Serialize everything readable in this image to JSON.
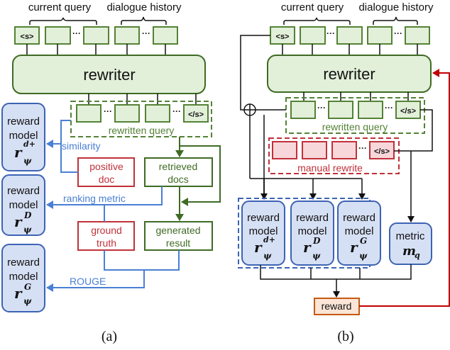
{
  "panel_a": {
    "caption": "(a)",
    "current_query_label": "current query",
    "dialogue_history_label": "dialogue history",
    "start_token": "<s>",
    "end_token": "</s>",
    "ellipsis": "···",
    "rewriter_label": "rewriter",
    "rewritten_query_label": "rewritten query",
    "reward_models": [
      {
        "line1": "reward",
        "line2": "model",
        "symbol": "r",
        "sub": "ψ",
        "sup": "d+"
      },
      {
        "line1": "reward",
        "line2": "model",
        "symbol": "r",
        "sub": "ψ",
        "sup": "D"
      },
      {
        "line1": "reward",
        "line2": "model",
        "symbol": "r",
        "sub": "ψ",
        "sup": "G"
      }
    ],
    "positive_doc": {
      "line1": "positive",
      "line2": "doc"
    },
    "ground_truth": {
      "line1": "ground",
      "line2": "truth"
    },
    "retrieved_docs": {
      "line1": "retrieved",
      "line2": "docs"
    },
    "generated_result": {
      "line1": "generated",
      "line2": "result"
    },
    "edge_labels": {
      "similarity": "similarity",
      "ranking_metric": "ranking metric",
      "rouge": "ROUGE"
    }
  },
  "panel_b": {
    "caption": "(b)",
    "current_query_label": "current query",
    "dialogue_history_label": "dialogue history",
    "start_token": "<s>",
    "end_token": "</s>",
    "ellipsis": "···",
    "rewriter_label": "rewriter",
    "rewritten_query_label": "rewritten query",
    "manual_rewrite_label": "manual rewrite",
    "reward_models": [
      {
        "line1": "reward",
        "line2": "model",
        "symbol": "r",
        "sub": "ψ",
        "sup": "d+"
      },
      {
        "line1": "reward",
        "line2": "model",
        "symbol": "r",
        "sub": "ψ",
        "sup": "D"
      },
      {
        "line1": "reward",
        "line2": "model",
        "symbol": "r",
        "sub": "ψ",
        "sup": "G"
      }
    ],
    "metric": {
      "line1": "metric",
      "symbol": "m",
      "sub": "q"
    },
    "reward_label": "reward"
  },
  "colors": {
    "green": "#548235",
    "green_fill": "#e2efd9",
    "dark_green": "#3f6b24",
    "red": "#c0313a",
    "red_fill": "#f8d7da",
    "blue": "#3d63b4",
    "blue_fill": "#d6e0f5",
    "link_blue": "#4a7fd4",
    "orange": "#c55a11",
    "orange_fill": "#fbe5d6",
    "feedback_red": "#c00000"
  }
}
